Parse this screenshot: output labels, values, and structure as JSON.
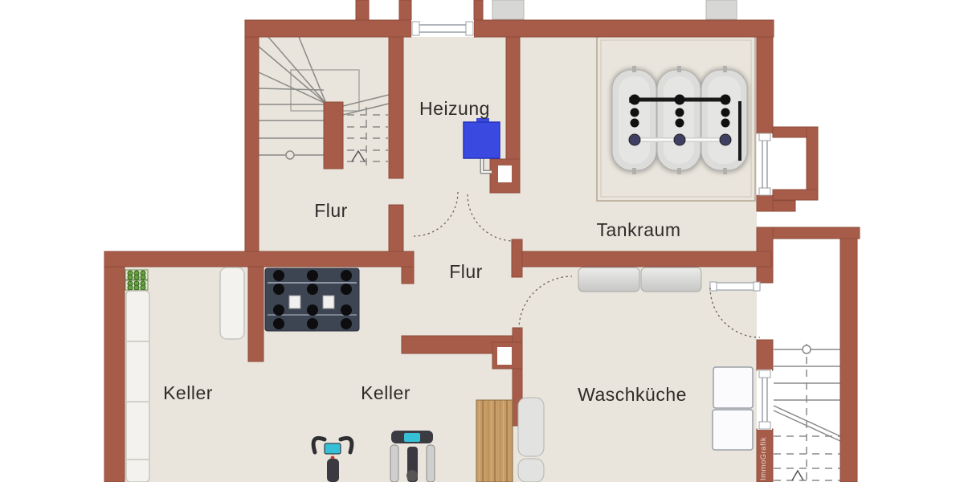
{
  "meta": {
    "type": "basement floor plan",
    "watermark": "ImmoGrafik"
  },
  "palette": {
    "wall": "#a65c49",
    "wall-stroke": "#8f4b3a",
    "floor": "#eae5dc",
    "outside": "#ffffff",
    "boiler-blue": "#3a4ae0",
    "tank-gray": "#dcdcda",
    "pipe-black": "#1a1a1a",
    "text": "#2e2c29"
  },
  "rooms": [
    {
      "id": "flur-upper",
      "label": "Flur"
    },
    {
      "id": "heizung",
      "label": "Heizung"
    },
    {
      "id": "tankraum",
      "label": "Tankraum"
    },
    {
      "id": "flur-mid",
      "label": "Flur"
    },
    {
      "id": "keller-left",
      "label": "Keller"
    },
    {
      "id": "keller-mid",
      "label": "Keller"
    },
    {
      "id": "waschkueche",
      "label": "Waschküche"
    }
  ],
  "fixtures": [
    "boiler",
    "chimney",
    "oil-tanks-3",
    "tank-containment",
    "winder-staircase",
    "exterior-cellar-stairs",
    "washing-machine",
    "dryer",
    "sideboard",
    "shelf",
    "bottle-crates",
    "dumbbell-rack",
    "exercise-bike",
    "elliptical-trainer",
    "wooden-board"
  ]
}
